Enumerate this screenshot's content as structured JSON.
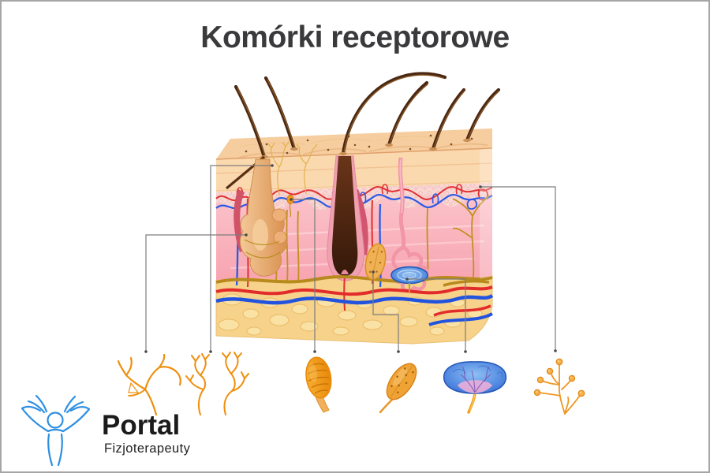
{
  "page": {
    "background": "#ffffff",
    "border_color": "#a6a6a6"
  },
  "title": {
    "text": "Komórki receptorowe",
    "color": "#3a3a3c"
  },
  "illustration": {
    "name": "skin-cross-section-diagram",
    "structures": [
      "hair-shafts",
      "epidermis-layer",
      "basal-layer",
      "dermis-layer",
      "subcutaneous-fat-layer",
      "hair-follicle-with-sebaceous-gland",
      "hair-follicle-bulb",
      "arrector-pili-muscle",
      "sweat-gland",
      "blood-vessels",
      "nerve-fibers",
      "merkel-cell",
      "ruffini-corpuscle",
      "pacinian-corpuscle"
    ],
    "colors": {
      "epidermis": "#fbd9ae",
      "top_surface": "#f6cd9e",
      "basal_layer": "#f9d7d3",
      "dermis": "#f9b4be",
      "fat": "#f6d28a",
      "fat_blob": "#fbe2a6",
      "artery_red": "#e22b2b",
      "vein_blue": "#2253de",
      "nerve_gold": "#c1911d",
      "hair_brown": "#4a2712",
      "follicle_tan": "#ecb078",
      "muscle_crimson": "#d05368",
      "sweat_gland_pink": "#f295a6",
      "receptor_orange": "#ef8f0c",
      "receptor_blue": "#3a78dd",
      "leader_line": "#7d7d7d"
    }
  },
  "receptor_icons": [
    {
      "name": "free-nerve-endings-icon"
    },
    {
      "name": "free-nerve-endings-cluster-icon"
    },
    {
      "name": "bulbous-corpuscle-icon"
    },
    {
      "name": "oval-corpuscle-icon"
    },
    {
      "name": "tactile-disc-icon"
    },
    {
      "name": "bulbous-endings-sprig-icon"
    }
  ],
  "logo": {
    "title": "Portal",
    "subtitle": "Fizjoterapeuty",
    "figure_color": "#2d8fe2",
    "title_color": "#1b1b1b"
  }
}
